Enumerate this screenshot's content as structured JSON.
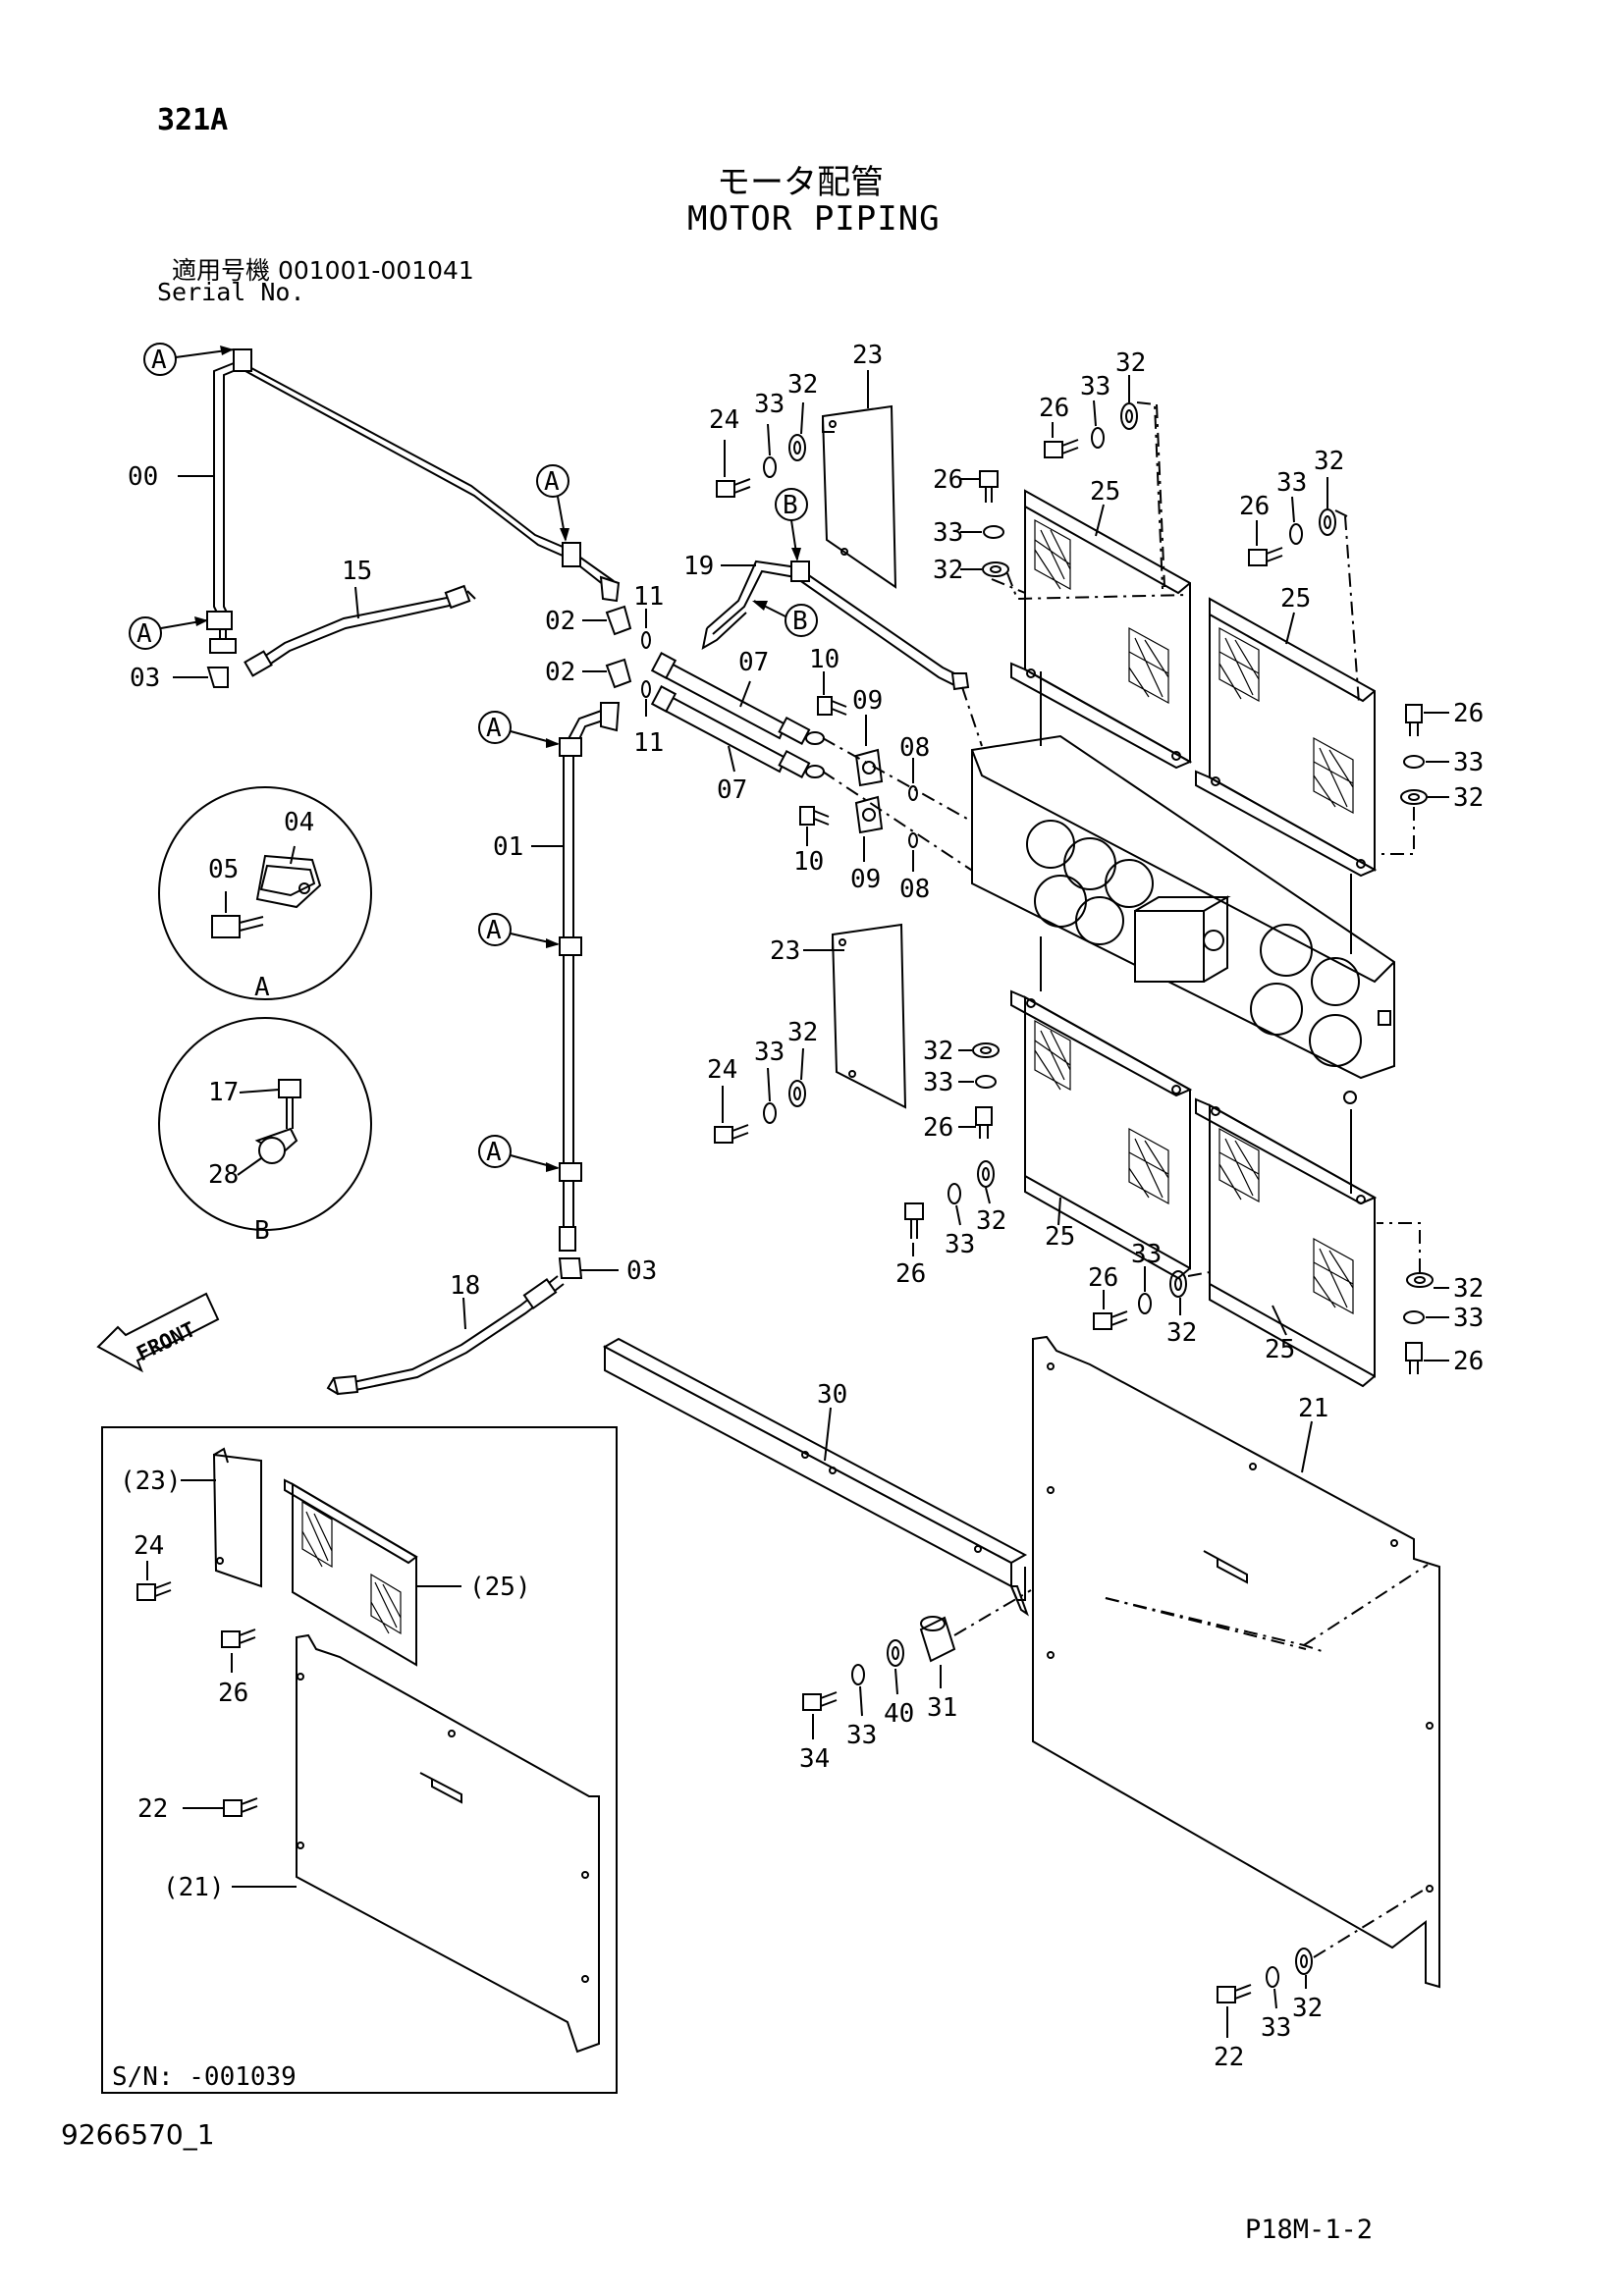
{
  "header": {
    "page_number": "321A",
    "title_jp": "モータ配管",
    "title_en": "MOTOR PIPING",
    "serial_label_jp": "適用号機  001001-001041",
    "serial_label_en": "Serial No."
  },
  "detail_views": {
    "a": {
      "letter": "A",
      "parts": [
        "04",
        "05"
      ]
    },
    "b": {
      "letter": "B",
      "parts": [
        "17",
        "28"
      ]
    }
  },
  "front_indicator": "FRONT",
  "callouts": {
    "p00": "00",
    "p01": "01",
    "p02": "02",
    "p03": "03",
    "p04": "04",
    "p05": "05",
    "p07": "07",
    "p08": "08",
    "p09": "09",
    "p10": "10",
    "p11": "11",
    "p15": "15",
    "p17": "17",
    "p18": "18",
    "p19": "19",
    "p21": "21",
    "p22": "22",
    "p23": "23",
    "p24": "24",
    "p25": "25",
    "p26": "26",
    "p28": "28",
    "p30": "30",
    "p31": "31",
    "p32": "32",
    "p33": "33",
    "p34": "34",
    "p40": "40",
    "pA": "A",
    "pB": "B"
  },
  "inset": {
    "labels": {
      "p23": "(23)",
      "p25": "(25)",
      "p24": "24",
      "p26": "26",
      "p22": "22",
      "p21": "(21)"
    },
    "serial_note": "S/N: -001039"
  },
  "footer": {
    "doc_number": "9266570_1",
    "sheet_ref": "P18M-1-2"
  }
}
